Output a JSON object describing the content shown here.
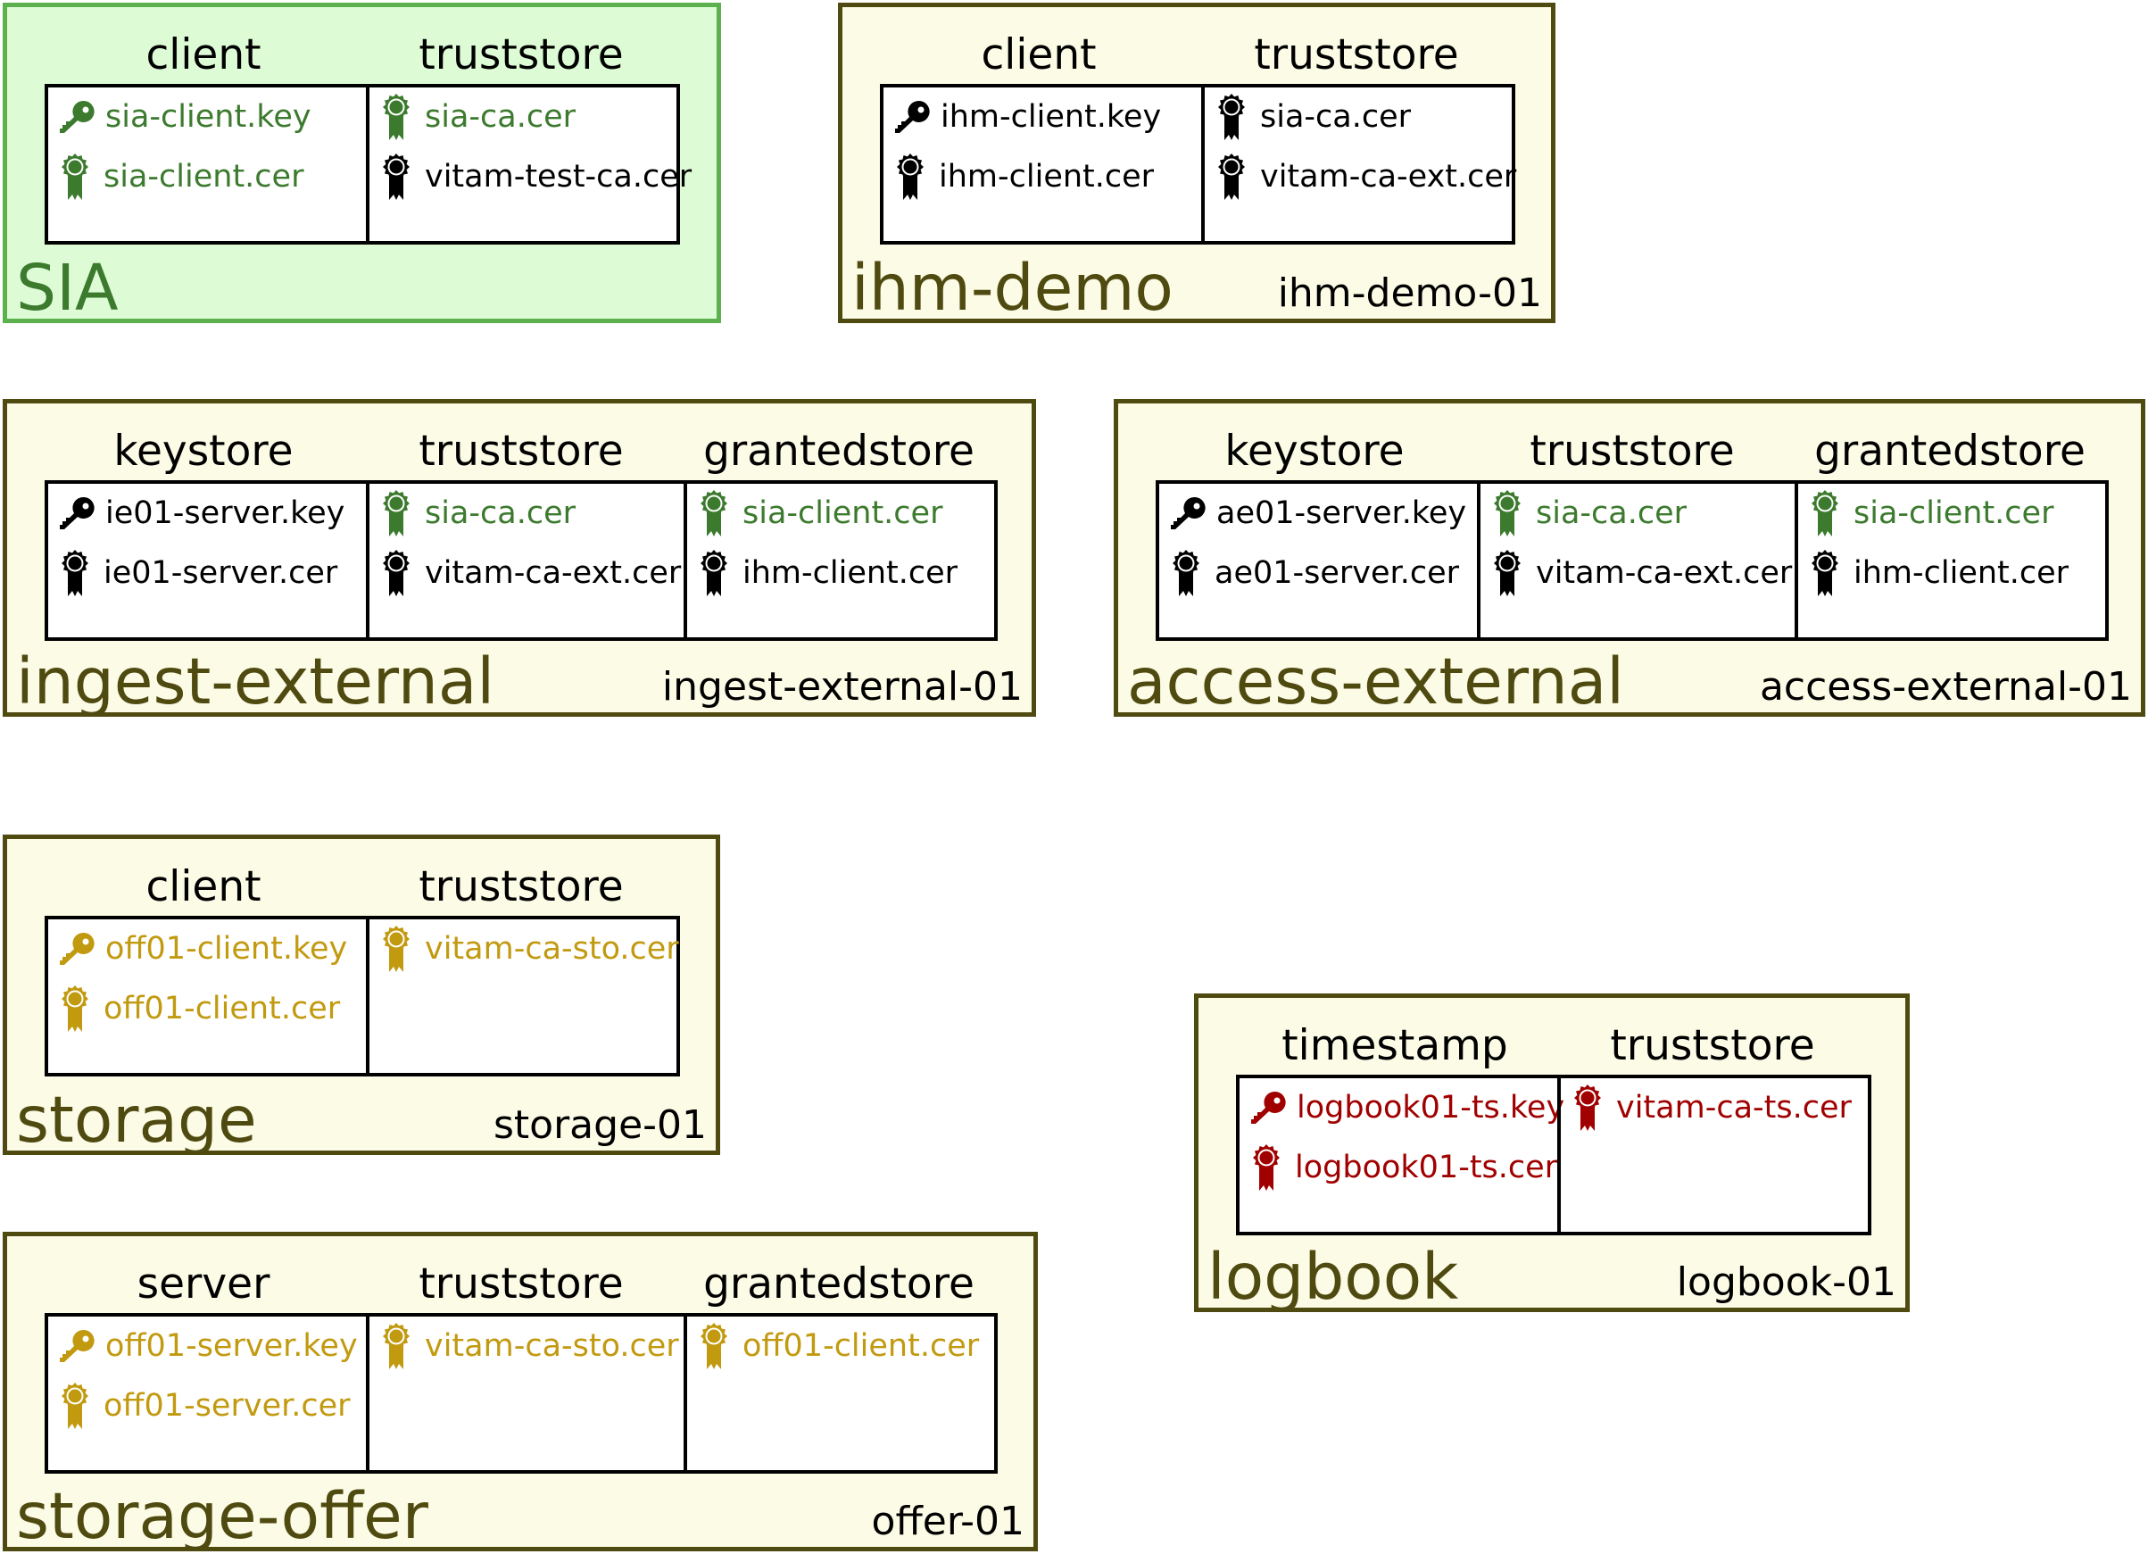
{
  "colors": {
    "panel_border": "#4f4a10",
    "panel_fill": "#fbfbe6",
    "sia_border": "#5cb14e",
    "sia_fill": "#ddfcd6",
    "green": "#3c7a2e",
    "black": "#000000",
    "gold": "#c29a10",
    "red": "#a00000"
  },
  "panels": {
    "sia": {
      "name": "SIA",
      "host": "",
      "columns": [
        {
          "title": "client",
          "items": [
            {
              "icon": "key-icon",
              "text": "sia-client.key",
              "color": "green"
            },
            {
              "icon": "certificate-icon",
              "text": "sia-client.cer",
              "color": "green"
            }
          ]
        },
        {
          "title": "truststore",
          "items": [
            {
              "icon": "certificate-icon",
              "text": "sia-ca.cer",
              "color": "green"
            },
            {
              "icon": "certificate-icon",
              "text": "vitam-test-ca.cer",
              "color": "black"
            }
          ]
        }
      ]
    },
    "ihm_demo": {
      "name": "ihm-demo",
      "host": "ihm-demo-01",
      "columns": [
        {
          "title": "client",
          "items": [
            {
              "icon": "key-icon",
              "text": "ihm-client.key",
              "color": "black"
            },
            {
              "icon": "certificate-icon",
              "text": "ihm-client.cer",
              "color": "black"
            }
          ]
        },
        {
          "title": "truststore",
          "items": [
            {
              "icon": "certificate-icon",
              "text": "sia-ca.cer",
              "color": "black"
            },
            {
              "icon": "certificate-icon",
              "text": "vitam-ca-ext.cer",
              "color": "black"
            }
          ]
        }
      ]
    },
    "ingest_external": {
      "name": "ingest-external",
      "host": "ingest-external-01",
      "columns": [
        {
          "title": "keystore",
          "items": [
            {
              "icon": "key-icon",
              "text": "ie01-server.key",
              "color": "black"
            },
            {
              "icon": "certificate-icon",
              "text": "ie01-server.cer",
              "color": "black"
            }
          ]
        },
        {
          "title": "truststore",
          "items": [
            {
              "icon": "certificate-icon",
              "text": "sia-ca.cer",
              "color": "green"
            },
            {
              "icon": "certificate-icon",
              "text": "vitam-ca-ext.cer",
              "color": "black"
            }
          ]
        },
        {
          "title": "grantedstore",
          "items": [
            {
              "icon": "certificate-icon",
              "text": "sia-client.cer",
              "color": "green"
            },
            {
              "icon": "certificate-icon",
              "text": "ihm-client.cer",
              "color": "black"
            }
          ]
        }
      ]
    },
    "access_external": {
      "name": "access-external",
      "host": "access-external-01",
      "columns": [
        {
          "title": "keystore",
          "items": [
            {
              "icon": "key-icon",
              "text": "ae01-server.key",
              "color": "black"
            },
            {
              "icon": "certificate-icon",
              "text": "ae01-server.cer",
              "color": "black"
            }
          ]
        },
        {
          "title": "truststore",
          "items": [
            {
              "icon": "certificate-icon",
              "text": "sia-ca.cer",
              "color": "green"
            },
            {
              "icon": "certificate-icon",
              "text": "vitam-ca-ext.cer",
              "color": "black"
            }
          ]
        },
        {
          "title": "grantedstore",
          "items": [
            {
              "icon": "certificate-icon",
              "text": "sia-client.cer",
              "color": "green"
            },
            {
              "icon": "certificate-icon",
              "text": "ihm-client.cer",
              "color": "black"
            }
          ]
        }
      ]
    },
    "storage": {
      "name": "storage",
      "host": "storage-01",
      "columns": [
        {
          "title": "client",
          "items": [
            {
              "icon": "key-icon",
              "text": "off01-client.key",
              "color": "gold"
            },
            {
              "icon": "certificate-icon",
              "text": "off01-client.cer",
              "color": "gold"
            }
          ]
        },
        {
          "title": "truststore",
          "items": [
            {
              "icon": "certificate-icon",
              "text": "vitam-ca-sto.cer",
              "color": "gold"
            }
          ]
        }
      ]
    },
    "logbook": {
      "name": "logbook",
      "host": "logbook-01",
      "columns": [
        {
          "title": "timestamp",
          "items": [
            {
              "icon": "key-icon",
              "text": "logbook01-ts.key",
              "color": "red"
            },
            {
              "icon": "certificate-icon",
              "text": "logbook01-ts.cer",
              "color": "red"
            }
          ]
        },
        {
          "title": "truststore",
          "items": [
            {
              "icon": "certificate-icon",
              "text": "vitam-ca-ts.cer",
              "color": "red"
            }
          ]
        }
      ]
    },
    "storage_offer": {
      "name": "storage-offer",
      "host": "offer-01",
      "columns": [
        {
          "title": "server",
          "items": [
            {
              "icon": "key-icon",
              "text": "off01-server.key",
              "color": "gold"
            },
            {
              "icon": "certificate-icon",
              "text": "off01-server.cer",
              "color": "gold"
            }
          ]
        },
        {
          "title": "truststore",
          "items": [
            {
              "icon": "certificate-icon",
              "text": "vitam-ca-sto.cer",
              "color": "gold"
            }
          ]
        },
        {
          "title": "grantedstore",
          "items": [
            {
              "icon": "certificate-icon",
              "text": "off01-client.cer",
              "color": "gold"
            }
          ]
        }
      ]
    }
  }
}
